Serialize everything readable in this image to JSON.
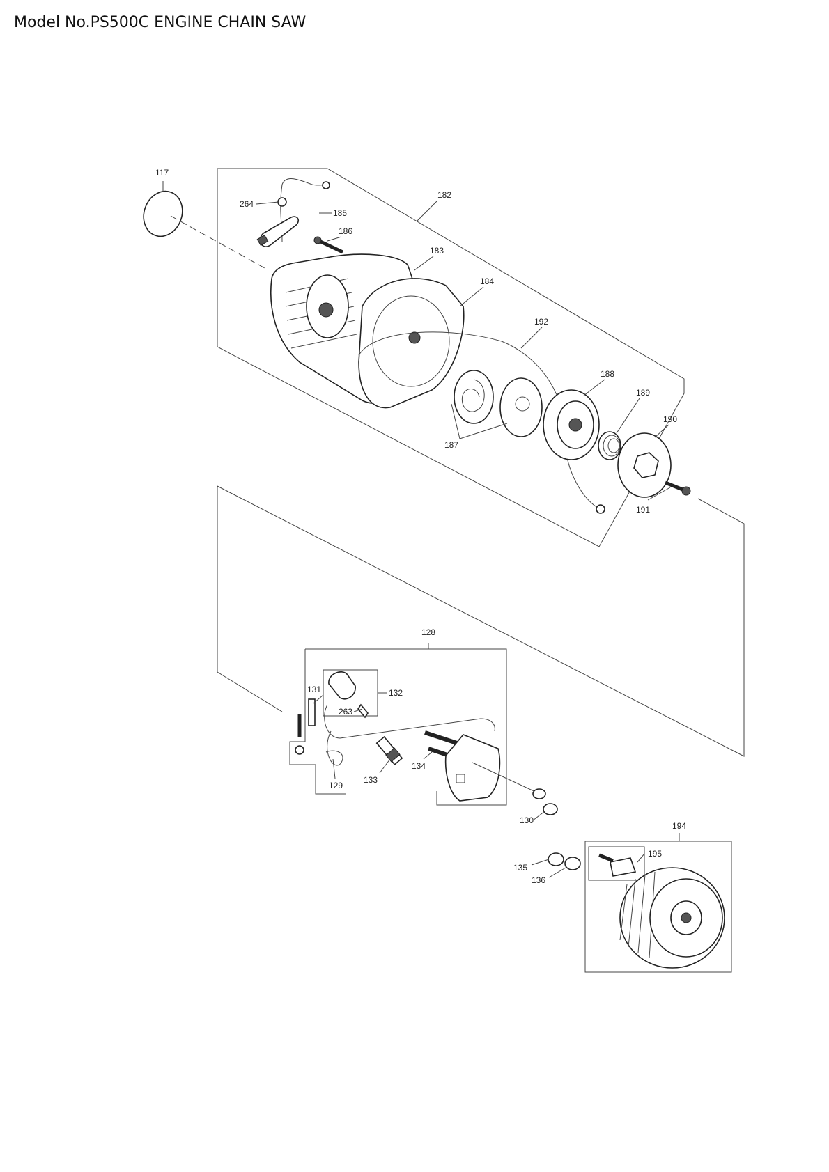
{
  "title": "Model No.PS500C ENGINE CHAIN SAW",
  "labels": {
    "p117": "117",
    "p264": "264",
    "p185": "185",
    "p186": "186",
    "p182": "182",
    "p183": "183",
    "p184": "184",
    "p192": "192",
    "p188": "188",
    "p189": "189",
    "p190": "190",
    "p187": "187",
    "p191": "191",
    "p128": "128",
    "p131": "131",
    "p132": "132",
    "p263": "263",
    "p133": "133",
    "p134": "134",
    "p129": "129",
    "p130": "130",
    "p194": "194",
    "p195": "195",
    "p135": "135",
    "p136": "136"
  }
}
